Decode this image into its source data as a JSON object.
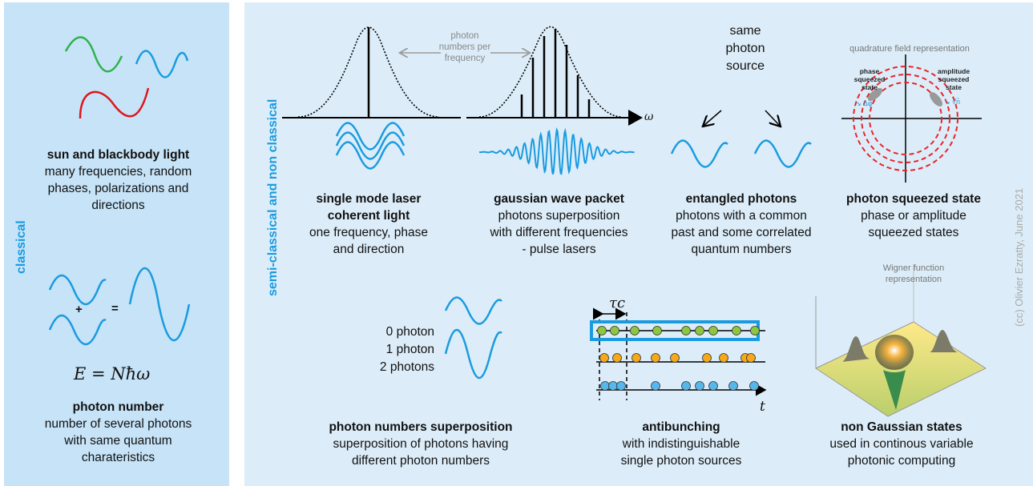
{
  "labels": {
    "classical": "classical",
    "semi_classical": "semi-classical and non classical",
    "credit": "(cc) Olivier Ezratty, June 2021"
  },
  "captions": {
    "sun": {
      "title": "sun and blackbody light",
      "lines": [
        "many frequencies, random",
        "phases, polarizations and",
        "directions"
      ]
    },
    "photon_number": {
      "title": "photon number",
      "lines": [
        "number of several photons",
        "with same quantum",
        "charateristics"
      ]
    },
    "laser": {
      "title": "single mode laser",
      "lines": [
        "coherent light",
        "one frequency, phase",
        "and direction"
      ]
    },
    "gaussian": {
      "title": "gaussian wave packet",
      "lines": [
        "photons superposition",
        "with different frequencies",
        "- pulse lasers"
      ]
    },
    "entangled": {
      "title": "entangled photons",
      "lines": [
        "photons with a common",
        "past and some correlated",
        "quantum numbers"
      ]
    },
    "squeezed": {
      "title": "photon squeezed state",
      "lines": [
        "phase or amplitude",
        "squeezed states"
      ]
    },
    "superposition": {
      "title": "photon numbers superposition",
      "lines": [
        "superposition of photons having",
        "different photon numbers"
      ]
    },
    "antibunching": {
      "title": "antibunching",
      "lines": [
        "with indistinguishable",
        "single photon sources"
      ]
    },
    "nongaussian": {
      "title": "non Gaussian states",
      "lines": [
        "used in continous variable",
        "photonic computing"
      ]
    }
  },
  "figure_text": {
    "equation": "E = Nħω",
    "plus": "+",
    "equals": "=",
    "photons_per_freq": [
      "photon",
      "numbers per",
      "frequency"
    ],
    "omega": "ω",
    "same_source": [
      "same",
      "photon",
      "source"
    ],
    "quadrature": "quadrature field representation",
    "phase_squeezed": [
      "phase",
      "squeezed",
      "state"
    ],
    "amplitude_squeezed": [
      "amplitude",
      "squeezed",
      "state"
    ],
    "delta_phi": "↘ Δφ",
    "sqrt_n": "↘ √n̄",
    "photon_counts": [
      "0 photon",
      "1 photon",
      "2 photons"
    ],
    "tau": "τc",
    "t_axis": "t",
    "wigner": [
      "Wigner function",
      "representation"
    ]
  },
  "colors": {
    "blue": "#1a9be0",
    "green": "#2db34a",
    "red": "#e0151b",
    "orange": "#f4a91b",
    "lime": "#8dc63f",
    "dashed_red": "#e8262b"
  }
}
